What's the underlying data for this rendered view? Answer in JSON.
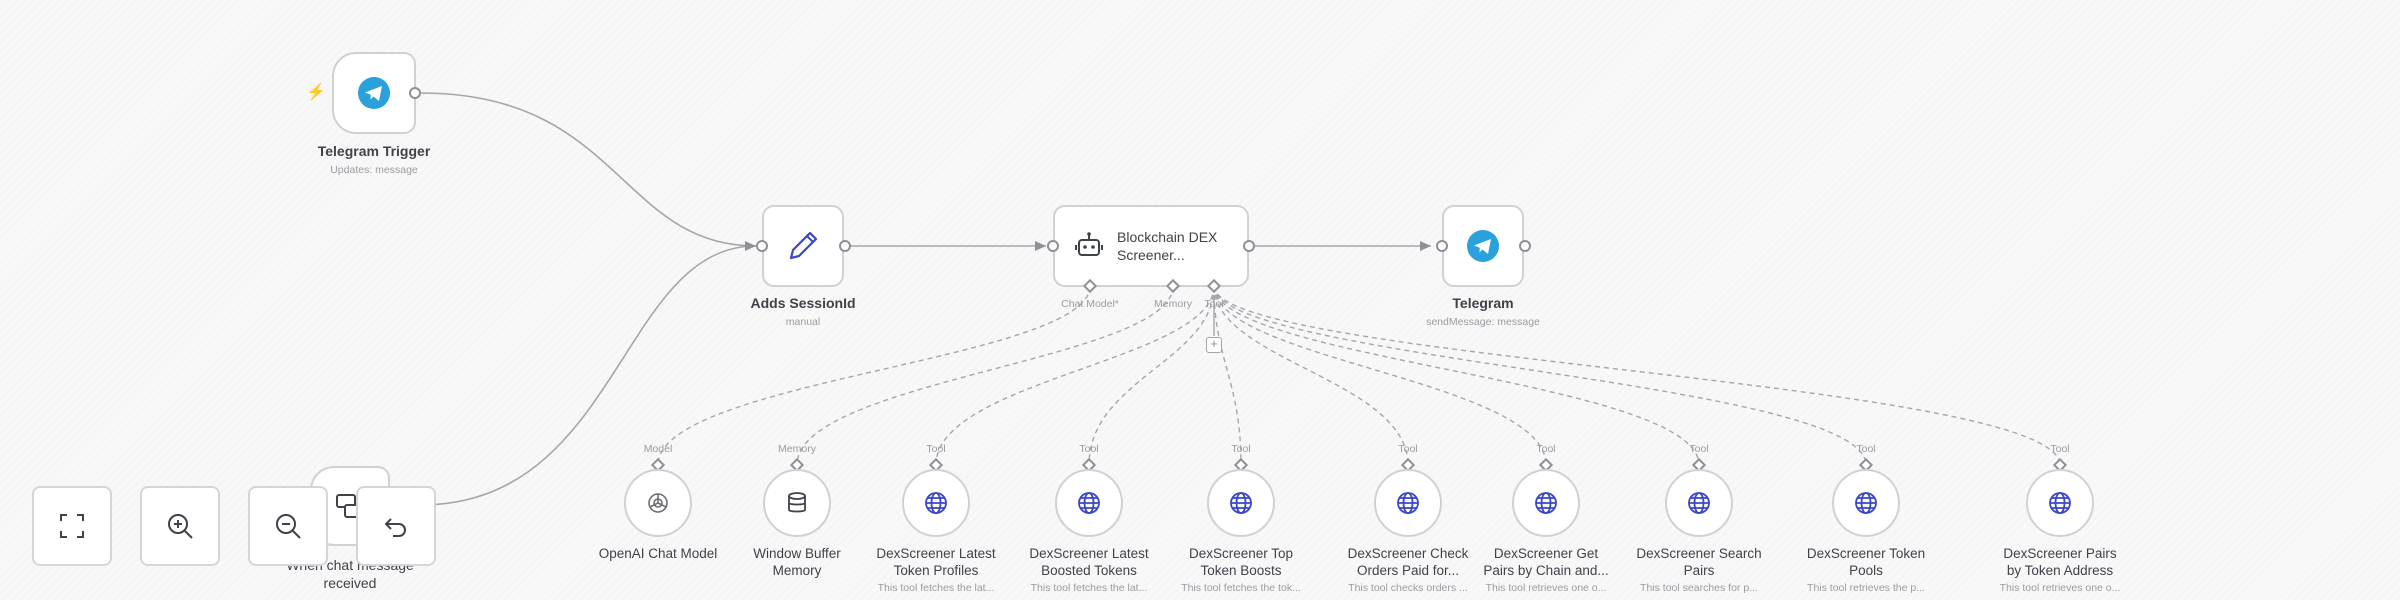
{
  "nodes": {
    "telegram_trigger": {
      "title": "Telegram Trigger",
      "subtitle": "Updates: message",
      "icon": "telegram-icon"
    },
    "adds_session": {
      "title": "Adds SessionId",
      "subtitle": "manual",
      "icon": "pencil-icon"
    },
    "agent": {
      "title_line1": "Blockchain DEX",
      "title_line2": "Screener...",
      "icon": "robot-icon",
      "ports": {
        "chat_model": "Chat Model*",
        "memory": "Memory",
        "tool": "Tool"
      }
    },
    "telegram_send": {
      "title": "Telegram",
      "subtitle": "sendMessage: message",
      "icon": "telegram-icon"
    },
    "chat_trigger": {
      "title_line1": "When chat message",
      "title_line2": "received",
      "icon": "chat-icon"
    }
  },
  "tools": [
    {
      "port": "Model",
      "line1": "OpenAI Chat Model",
      "line2": "",
      "desc": "",
      "icon": "openai-icon"
    },
    {
      "port": "Memory",
      "line1": "Window Buffer",
      "line2": "Memory",
      "desc": "",
      "icon": "database-icon"
    },
    {
      "port": "Tool",
      "line1": "DexScreener Latest",
      "line2": "Token Profiles",
      "desc": "This tool fetches the lat...",
      "icon": "globe-icon"
    },
    {
      "port": "Tool",
      "line1": "DexScreener Latest",
      "line2": "Boosted Tokens",
      "desc": "This tool fetches the lat...",
      "icon": "globe-icon"
    },
    {
      "port": "Tool",
      "line1": "DexScreener Top",
      "line2": "Token Boosts",
      "desc": "This tool fetches the tok...",
      "icon": "globe-icon"
    },
    {
      "port": "Tool",
      "line1": "DexScreener Check",
      "line2": "Orders Paid for...",
      "desc": "This tool checks orders ...",
      "icon": "globe-icon"
    },
    {
      "port": "Tool",
      "line1": "DexScreener Get",
      "line2": "Pairs by Chain and...",
      "desc": "This tool retrieves one o...",
      "icon": "globe-icon"
    },
    {
      "port": "Tool",
      "line1": "DexScreener Search",
      "line2": "Pairs",
      "desc": "This tool searches for p...",
      "icon": "globe-icon"
    },
    {
      "port": "Tool",
      "line1": "DexScreener Token",
      "line2": "Pools",
      "desc": "This tool retrieves the p...",
      "icon": "globe-icon"
    },
    {
      "port": "Tool",
      "line1": "DexScreener Pairs",
      "line2": "by Token Address",
      "desc": "This tool retrieves one o...",
      "icon": "globe-icon"
    }
  ],
  "controls": [
    "fit-view-icon",
    "zoom-in-icon",
    "zoom-out-icon",
    "undo-icon"
  ],
  "colors": {
    "telegram": "#2aa1da",
    "accent": "#ff6d5a",
    "tool_icon": "#3b46c8",
    "edge": "#9a9ca1"
  }
}
